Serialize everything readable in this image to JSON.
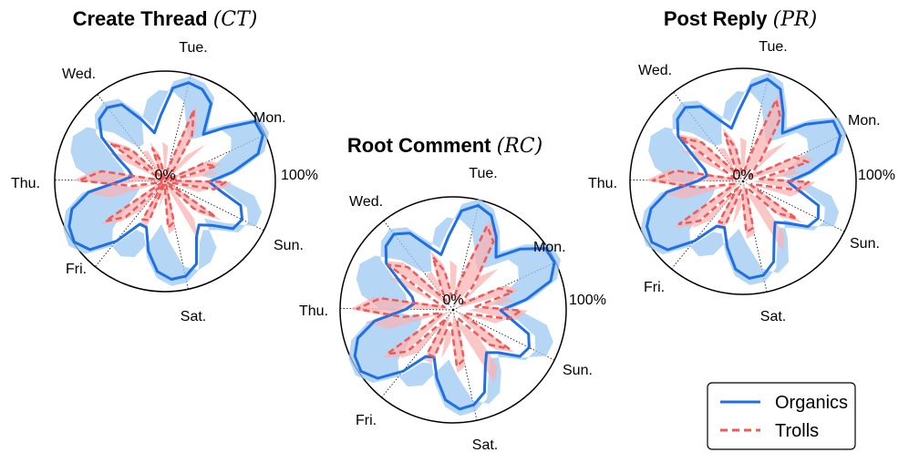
{
  "colors": {
    "organics": "#1f6fe5",
    "organics_band": "#9cc8f2",
    "trolls": "#ee5a5a",
    "trolls_band": "#f8b3b3"
  },
  "legend": {
    "organics": "Organics",
    "trolls": "Trolls",
    "position": "lower-right"
  },
  "chart_data": [
    {
      "type": "polar-line",
      "title": "Create Thread",
      "title_abbr": "(CT)",
      "angular_labels": [
        "Mon.",
        "Tue.",
        "Wed.",
        "Thu.",
        "Fri.",
        "Sat.",
        "Sun."
      ],
      "radial_labels": [
        "0%",
        "100%"
      ],
      "rlim": [
        0,
        100
      ],
      "series": [
        {
          "name": "Organics",
          "r": [
            62,
            88,
            98,
            98,
            72,
            55,
            82,
            90,
            92,
            85,
            60,
            45,
            60,
            80,
            85,
            82,
            70,
            48,
            35,
            30,
            40,
            70,
            88,
            96,
            99,
            92,
            70,
            45,
            45,
            65,
            82,
            89,
            88,
            80,
            58,
            50,
            58,
            75,
            78,
            72,
            50,
            40
          ]
        },
        {
          "name": "Trolls",
          "r": [
            5,
            48,
            38,
            2,
            3,
            10,
            48,
            70,
            12,
            4,
            3,
            20,
            32,
            8,
            3,
            40,
            60,
            5,
            3,
            58,
            78,
            30,
            3,
            5,
            65,
            48,
            3,
            40,
            38,
            3,
            4,
            42,
            38,
            3,
            2,
            3,
            36,
            56,
            3,
            3,
            45,
            55
          ]
        }
      ]
    },
    {
      "type": "polar-line",
      "title": "Root Comment",
      "title_abbr": "(RC)",
      "angular_labels": [
        "Mon.",
        "Tue.",
        "Wed.",
        "Thu.",
        "Fri.",
        "Sat.",
        "Sun."
      ],
      "radial_labels": [
        "0%",
        "100%"
      ],
      "rlim": [
        0,
        100
      ],
      "series": [
        {
          "name": "Organics",
          "r": [
            65,
            90,
            99,
            98,
            80,
            60,
            75,
            90,
            95,
            88,
            65,
            50,
            60,
            78,
            85,
            82,
            72,
            50,
            38,
            35,
            42,
            70,
            88,
            96,
            98,
            90,
            70,
            48,
            45,
            62,
            80,
            88,
            86,
            78,
            58,
            48,
            55,
            72,
            75,
            70,
            52,
            42
          ]
        },
        {
          "name": "Trolls",
          "r": [
            20,
            55,
            45,
            10,
            12,
            30,
            70,
            80,
            25,
            12,
            10,
            35,
            50,
            20,
            10,
            55,
            70,
            18,
            8,
            65,
            85,
            45,
            10,
            15,
            70,
            55,
            10,
            45,
            45,
            12,
            15,
            50,
            45,
            10,
            8,
            15,
            45,
            60,
            12,
            10,
            50,
            60
          ]
        }
      ]
    },
    {
      "type": "polar-line",
      "title": "Post Reply",
      "title_abbr": "(PR)",
      "angular_labels": [
        "Mon.",
        "Tue.",
        "Wed.",
        "Thu.",
        "Fri.",
        "Sat.",
        "Sun."
      ],
      "radial_labels": [
        "0%",
        "100%"
      ],
      "rlim": [
        0,
        100
      ],
      "series": [
        {
          "name": "Organics",
          "r": [
            60,
            85,
            95,
            96,
            75,
            55,
            70,
            88,
            93,
            85,
            62,
            48,
            58,
            76,
            83,
            80,
            70,
            48,
            36,
            32,
            40,
            68,
            85,
            94,
            97,
            90,
            68,
            46,
            44,
            60,
            78,
            86,
            85,
            76,
            56,
            46,
            54,
            70,
            74,
            70,
            50,
            40
          ]
        },
        {
          "name": "Trolls",
          "r": [
            15,
            60,
            50,
            8,
            10,
            25,
            65,
            78,
            20,
            8,
            6,
            30,
            45,
            15,
            8,
            50,
            68,
            12,
            6,
            60,
            80,
            40,
            8,
            12,
            68,
            52,
            8,
            42,
            40,
            8,
            10,
            45,
            42,
            8,
            6,
            10,
            40,
            58,
            8,
            8,
            48,
            58
          ]
        }
      ]
    }
  ]
}
